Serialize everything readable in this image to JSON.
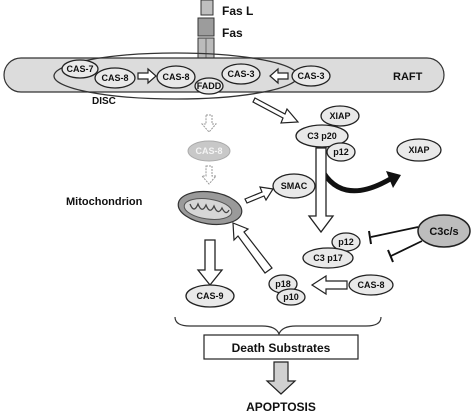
{
  "membrane": {
    "ligand_label": "Fas L",
    "receptor_label": "Fas",
    "raft_label": "RAFT",
    "disc_label": "DISC",
    "adapter_label": "FADD",
    "raft_proteins": [
      "CAS-7",
      "CAS-8",
      "CAS-8",
      "CAS-3",
      "CAS-3"
    ]
  },
  "cytosol": {
    "cas8_free": "CAS-8",
    "mitochondrion_label": "Mitochondrion",
    "smac": "SMAC",
    "xiap_top": "XIAP",
    "c3_p20": "C3 p20",
    "p12_top": "p12",
    "xiap_right": "XIAP",
    "c3cs": "C3c/s",
    "p12_mid": "p12",
    "c3_p17": "C3 p17",
    "cas8_right": "CAS-8",
    "p18": "p18",
    "p10": "p10",
    "cas9": "CAS-9"
  },
  "outcome": {
    "substrates": "Death Substrates",
    "apoptosis": "APOPTOSIS"
  },
  "colors": {
    "raft_fill": "#dcdcdc",
    "node_fill": "#e9e9e9",
    "cas8_fill": "#c8c8c8",
    "stroke": "#222222"
  }
}
